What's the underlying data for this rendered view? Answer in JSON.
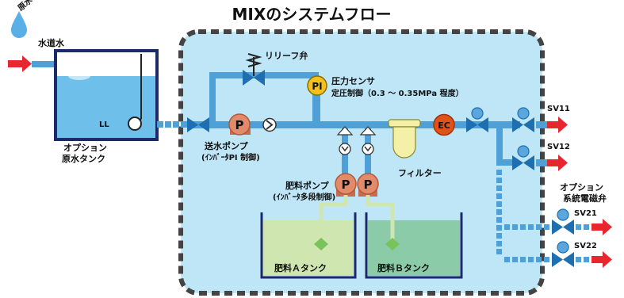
{
  "title": "MIXのシステムフロー",
  "source_water": "原水",
  "tap_water": "水道水",
  "level_switch": "LL",
  "raw_tank": [
    "オプション",
    "原水タンク"
  ],
  "relief_valve": "リリーフ弁",
  "pressure_sensor": {
    "symbol": "PI",
    "line1": "圧力センサ",
    "line2": "定圧制御（0.3 ～ 0.35MPa 程度）"
  },
  "supply_pump": {
    "symbol": "P",
    "line1": "送水ポンプ",
    "line2": "(ｲﾝﾊﾞｰﾀPI 制御)"
  },
  "fertilizer_pump": {
    "symbol": "P",
    "line1": "肥料ポンプ",
    "line2": "(ｲﾝﾊﾞｰﾀ多段制御)"
  },
  "filter": "フィルター",
  "ec_sensor": "EC",
  "outlets": [
    "SV11",
    "SV12",
    "SV21",
    "SV22"
  ],
  "option_solenoid": [
    "オプション",
    "系統電磁弁"
  ],
  "tank_a": "肥料Ａタンク",
  "tank_b": "肥料Ｂタンク",
  "colors": {
    "pipe": "#4fa0d6",
    "panel": "#bfe6f7",
    "border": "#444444",
    "pump": "#e28a6a",
    "valve": "#1f6fb0",
    "arrow": "#e8262e",
    "pi": "#f3c11a",
    "ec": "#e0521a",
    "filter": "#f5f0a8",
    "node": "#7ac35a",
    "tank_water": "#cfe6b0"
  }
}
